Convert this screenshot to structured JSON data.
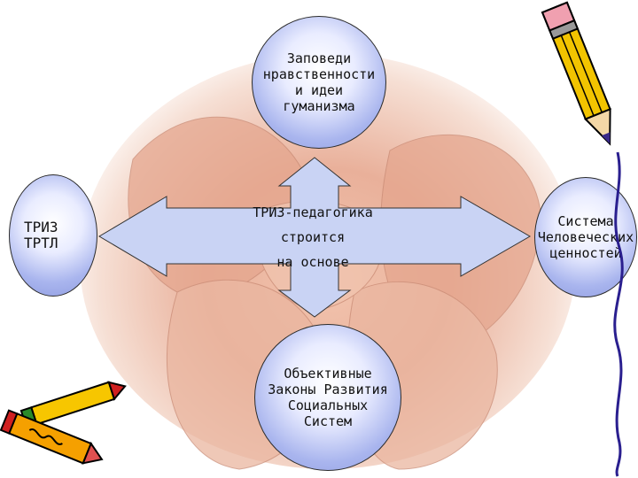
{
  "diagram": {
    "top_node": "Заповеди\nнравственности\nи идеи\nгуманизма",
    "left_node": "ТРИЗ\nТРТЛ",
    "right_node": "Система\nЧеловеческих\nценностей",
    "bottom_node": "Объективные\nЗаконы Развития\nСоциальных\nСистем",
    "center_text": "ТРИЗ-педагогика\nстроится\nна основе"
  },
  "colors": {
    "bubble_fill": "#a9b5ee",
    "arrow_fill": "#c9d3f4",
    "skin": "#e9b09a"
  }
}
